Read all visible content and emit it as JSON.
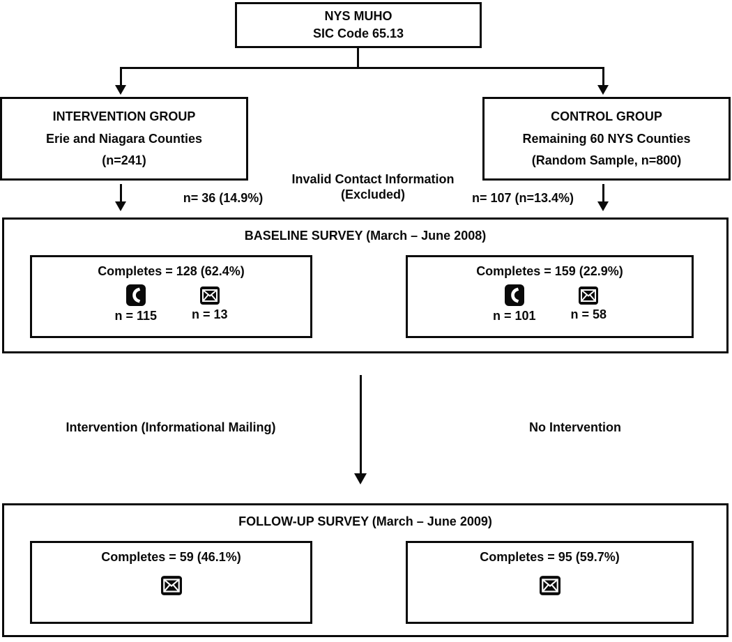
{
  "figure": {
    "background": "#ffffff",
    "line_color": "#0a0a0a"
  },
  "root_box": {
    "line1": "NYS MUHO",
    "line2": "SIC Code 65.13"
  },
  "intervention_group_box": {
    "title": "INTERVENTION GROUP",
    "subtitle": "Erie and Niagara Counties",
    "sample": "(n=241)"
  },
  "control_group_box": {
    "title": "CONTROL GROUP",
    "subtitle": "Remaining 60 NYS Counties",
    "sample": "(Random Sample, n=800)"
  },
  "exclusion": {
    "label_line1": "Invalid Contact Information",
    "label_line2": "(Excluded)",
    "intervention_n": "n= 36 (14.9%)",
    "control_n": "n= 107 (n=13.4%)"
  },
  "baseline_survey": {
    "title": "BASELINE SURVEY (March – June 2008)",
    "intervention": {
      "completes": "Completes = 128 (62.4%)",
      "phone_icon": "telephone-receiver",
      "phone_n": "n = 115",
      "mail_icon": "envelope",
      "mail_n": "n = 13"
    },
    "control": {
      "completes": "Completes = 159 (22.9%)",
      "phone_icon": "telephone-receiver",
      "phone_n": "n = 101",
      "mail_icon": "envelope",
      "mail_n": "n = 58"
    }
  },
  "assignment": {
    "intervention_label": "Intervention (Informational Mailing)",
    "control_label": "No Intervention"
  },
  "followup_survey": {
    "title": "FOLLOW-UP SURVEY (March – June 2009)",
    "intervention": {
      "completes": "Completes = 59 (46.1%)",
      "mail_icon": "envelope"
    },
    "control": {
      "completes": "Completes = 95 (59.7%)",
      "mail_icon": "envelope"
    }
  }
}
